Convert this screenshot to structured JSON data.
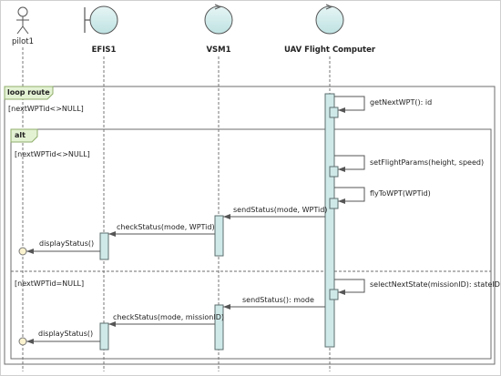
{
  "diagram": {
    "type": "sequence",
    "lifelines": [
      {
        "id": "pilot",
        "name": "pilot1",
        "kind": "actor"
      },
      {
        "id": "efis",
        "name": "EFIS1",
        "kind": "boundary"
      },
      {
        "id": "vsm",
        "name": "VSM1",
        "kind": "control"
      },
      {
        "id": "uav",
        "name": "UAV Flight Computer",
        "kind": "control"
      }
    ],
    "loop_fragment": {
      "tag": "loop route",
      "guard": "[nextWPTid<>NULL]"
    },
    "alt_fragment": {
      "tag": "alt",
      "guards": [
        "[nextWPTid<>NULL]",
        "[nextWPTid=NULL]"
      ]
    },
    "messages": [
      {
        "label": "getNextWPT(): id",
        "from": "uav",
        "to": "uav"
      },
      {
        "label": "setFlightParams(height, speed)",
        "from": "uav",
        "to": "uav"
      },
      {
        "label": "flyToWPT(WPTid)",
        "from": "uav",
        "to": "uav"
      },
      {
        "label": "sendStatus(mode, WPTid)",
        "from": "uav",
        "to": "vsm"
      },
      {
        "label": "checkStatus(mode, WPTid)",
        "from": "vsm",
        "to": "efis"
      },
      {
        "label": "displayStatus()",
        "from": "efis",
        "to": "pilot"
      },
      {
        "label": "selectNextState(missionID): stateID",
        "from": "uav",
        "to": "uav"
      },
      {
        "label": "sendStatus(): mode",
        "from": "uav",
        "to": "vsm"
      },
      {
        "label": "checkStatus(mode, missionID)",
        "from": "vsm",
        "to": "efis"
      },
      {
        "label": "displayStatus()",
        "from": "efis",
        "to": "pilot"
      }
    ],
    "colors": {
      "fill": "#cfe9e9",
      "stroke": "#4a4a4a",
      "tag_fill": "#e4f2d4",
      "tag_stroke": "#8fae6b"
    }
  }
}
